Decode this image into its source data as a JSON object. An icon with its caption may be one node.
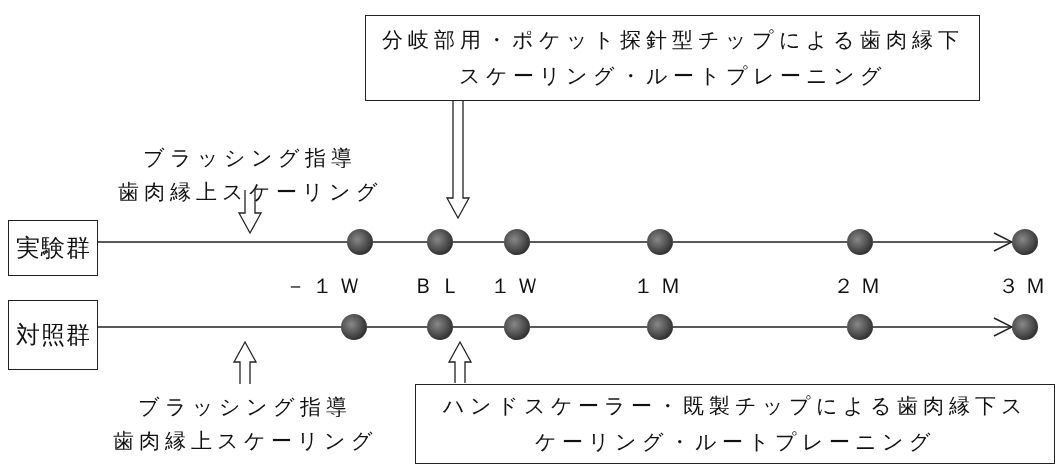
{
  "diagram": {
    "nodes": [
      {
        "text": [
          "分岐部用・ポケット探針型チップによる歯肉縁下スケーリング・ルートプレーニング"
        ]
      },
      {
        "text": [
          "ブラッシング指導",
          "歯肉縁上スケーリング"
        ]
      },
      {
        "text": [
          "実験群"
        ]
      },
      {
        "text": [],
        "shape": "circle"
      },
      {
        "text": [],
        "shape": "circle"
      },
      {
        "text": [],
        "shape": "circle"
      },
      {
        "text": [],
        "shape": "circle"
      },
      {
        "text": [],
        "shape": "circle"
      },
      {
        "text": [],
        "shape": "circle"
      },
      {
        "text": [
          "対照群"
        ]
      },
      {
        "text": [],
        "shape": "circle"
      },
      {
        "text": [],
        "shape": "circle"
      },
      {
        "text": [],
        "shape": "circle"
      },
      {
        "text": [],
        "shape": "circle"
      },
      {
        "text": [],
        "shape": "circle"
      },
      {
        "text": [],
        "shape": "circle"
      },
      {
        "text": [
          "ブラッシング指導",
          "歯肉縁上スケーリング"
        ]
      },
      {
        "text": [
          "ハンドスケーラー・既製チップによる歯肉縁下スケーリング・ルートプレーニング"
        ]
      }
    ],
    "edges": [
      {
        "from": 2,
        "to": 3,
        "arrow": "none"
      },
      {
        "from": 3,
        "to": 4,
        "arrow": "none"
      },
      {
        "from": 4,
        "to": 5,
        "arrow": "none"
      },
      {
        "from": 5,
        "to": 6,
        "arrow": "none"
      },
      {
        "from": 6,
        "to": 7,
        "arrow": "none"
      },
      {
        "from": 7,
        "to": 8,
        "arrow": "to"
      },
      {
        "from": 9,
        "to": 10,
        "arrow": "none"
      },
      {
        "from": 10,
        "to": 11,
        "arrow": "none"
      },
      {
        "from": 11,
        "to": 12,
        "arrow": "none"
      },
      {
        "from": 12,
        "to": 13,
        "arrow": "none"
      },
      {
        "from": 13,
        "to": 14,
        "arrow": "none"
      },
      {
        "from": 14,
        "to": 15,
        "arrow": "to"
      },
      {
        "from": 0,
        "to": null,
        "arrow": "to",
        "style": "thick"
      },
      {
        "from": 1,
        "to": null,
        "arrow": "to",
        "style": "thick"
      },
      {
        "from": 16,
        "to": null,
        "arrow": "to",
        "style": "thick"
      },
      {
        "from": 17,
        "to": null,
        "arrow": "to",
        "style": "thick"
      }
    ],
    "labels": [
      "－１Ｗ",
      "ＢＬ",
      "１Ｗ",
      "１Ｍ",
      "２Ｍ",
      "３Ｍ"
    ]
  }
}
